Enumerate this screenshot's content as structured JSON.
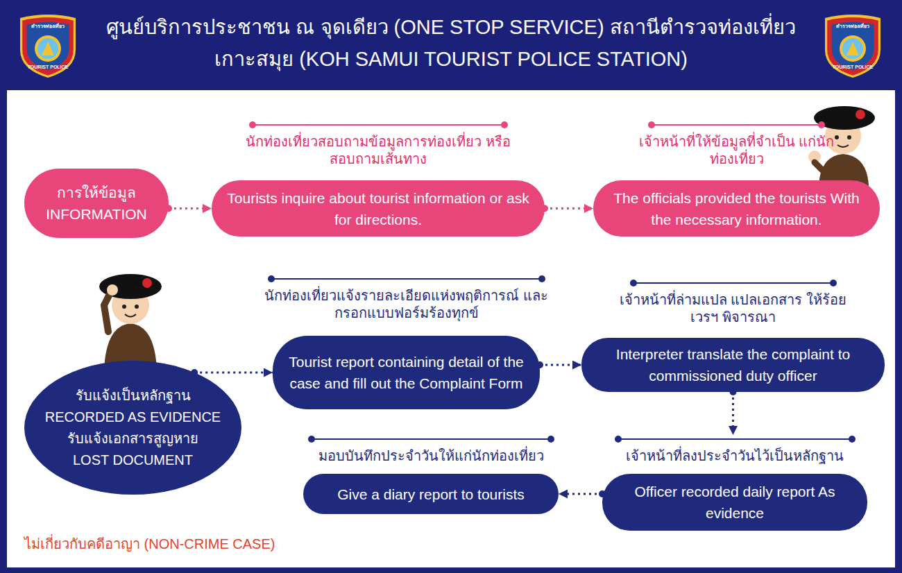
{
  "diagram": {
    "title": "ศูนย์บริการประชาชน ณ จุดเดียว (ONE STOP SERVICE) สถานีตำรวจท่องเที่ยวเกาะสมุย (KOH SAMUI TOURIST POLICE STATION)",
    "nodes": [
      {
        "text": [
          "การให้ข้อมูล",
          "INFORMATION"
        ]
      },
      {
        "text": [
          "นักท่องเที่ยวสอบถามข้อมูลการท่องเที่ยว หรือสอบถามเส้นทาง",
          "Tourists inquire about tourist information or ask for directions."
        ]
      },
      {
        "text": [
          "เจ้าหน้าที่ให้ข้อมูลที่จำเป็น แก่นักท่องเที่ยว",
          "The officials provided the tourists With the necessary information."
        ]
      },
      {
        "text": [
          "รับแจ้งเป็นหลักฐาน",
          "RECORDED AS EVIDENCE",
          "รับแจ้งเอกสารสูญหาย",
          "LOST DOCUMENT"
        ]
      },
      {
        "text": [
          "นักท่องเที่ยวแจ้งรายละเอียดแห่งพฤติการณ์ และกรอกแบบฟอร์มร้องทุกข์",
          "Tourist report containing detail of the case and fill out the Complaint Form"
        ]
      },
      {
        "text": [
          "เจ้าหน้าที่ล่ามแปล แปลเอกสาร ให้ร้อยเวรฯ พิจารณา",
          "Interpreter translate the complaint to commissioned duty officer"
        ]
      },
      {
        "text": [
          "เจ้าหน้าที่ลงประจำวันไว้เป็นหลักฐาน",
          "Officer recorded daily report As evidence"
        ]
      },
      {
        "text": [
          "มอบบันทึกประจำวันให้แก่นักท่องเที่ยว",
          "Give a diary report to tourists"
        ]
      }
    ],
    "edges": [
      {
        "from": 0,
        "to": 1,
        "arrow": "to"
      },
      {
        "from": 1,
        "to": 2,
        "arrow": "to"
      },
      {
        "from": 3,
        "to": 4,
        "arrow": "to"
      },
      {
        "from": 4,
        "to": 5,
        "arrow": "to"
      },
      {
        "from": 5,
        "to": 6,
        "arrow": "to"
      },
      {
        "from": 6,
        "to": 7,
        "arrow": "to"
      }
    ],
    "labels": [
      "ตำรวจท่องเที่ยว",
      "TOURIST POLICE",
      "ตำรวจท่องเที่ยว",
      "TOURIST POLICE",
      "ไม่เกี่ยวกับคดีอาญา (NON-CRIME CASE)"
    ]
  }
}
